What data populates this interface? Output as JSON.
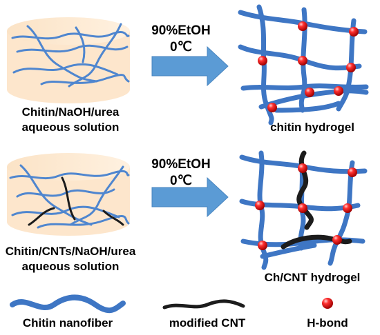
{
  "colors": {
    "nanofiber": "#4f86cf",
    "nanofiber_dark": "#3565a8",
    "cnt": "#1c1c1c",
    "hbond": "#e01414",
    "dish_fill": "#fde6cc",
    "arrow": "#5b9bd5"
  },
  "top_row": {
    "arrow_line1": "90%EtOH",
    "arrow_line2": "0℃",
    "solution_line1": "Chitin/NaOH/urea",
    "solution_line2": "aqueous solution",
    "hydrogel_label": "chitin hydrogel"
  },
  "bottom_row": {
    "arrow_line1": "90%EtOH",
    "arrow_line2": "0℃",
    "solution_line1": "Chitin/CNTs/NaOH/urea",
    "solution_line2": "aqueous solution",
    "hydrogel_label": "Ch/CNT hydrogel"
  },
  "legend": {
    "nanofiber": "Chitin nanofiber",
    "cnt": "modified CNT",
    "hbond": "H-bond"
  }
}
